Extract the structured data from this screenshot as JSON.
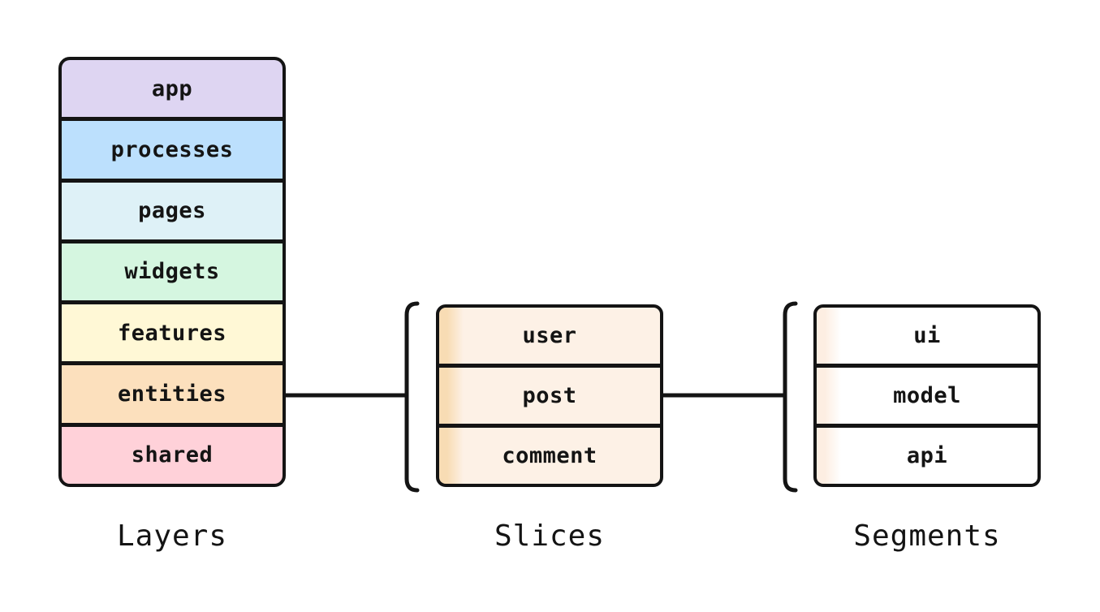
{
  "diagram": {
    "stroke_color": "#141414",
    "background_color": "#ffffff",
    "groups": {
      "layers": {
        "label": "Layers",
        "rows": [
          {
            "label": "app",
            "fill": "#ded5f2"
          },
          {
            "label": "processes",
            "fill": "#bce0fd"
          },
          {
            "label": "pages",
            "fill": "#def1f7"
          },
          {
            "label": "widgets",
            "fill": "#d5f6e0"
          },
          {
            "label": "features",
            "fill": "#fff8d6"
          },
          {
            "label": "entities",
            "fill": "#fce0bd"
          },
          {
            "label": "shared",
            "fill": "#ffd1d9"
          }
        ]
      },
      "slices": {
        "label": "Slices",
        "rows": [
          {
            "label": "user",
            "fill": "#fdf1e6",
            "strip": "#f8dcb4"
          },
          {
            "label": "post",
            "fill": "#fdf1e6",
            "strip": "#f8dcb4"
          },
          {
            "label": "comment",
            "fill": "#fdf1e6",
            "strip": "#f8dcb4"
          }
        ]
      },
      "segments": {
        "label": "Segments",
        "rows": [
          {
            "label": "ui",
            "fill": "#ffffff",
            "strip": "#fdeee2"
          },
          {
            "label": "model",
            "fill": "#ffffff",
            "strip": "#fdeee2"
          },
          {
            "label": "api",
            "fill": "#ffffff",
            "strip": "#fdeee2"
          }
        ]
      }
    },
    "connectors": [
      {
        "from": "layers.entities",
        "to": "slices"
      },
      {
        "from": "slices.post",
        "to": "segments"
      }
    ]
  }
}
